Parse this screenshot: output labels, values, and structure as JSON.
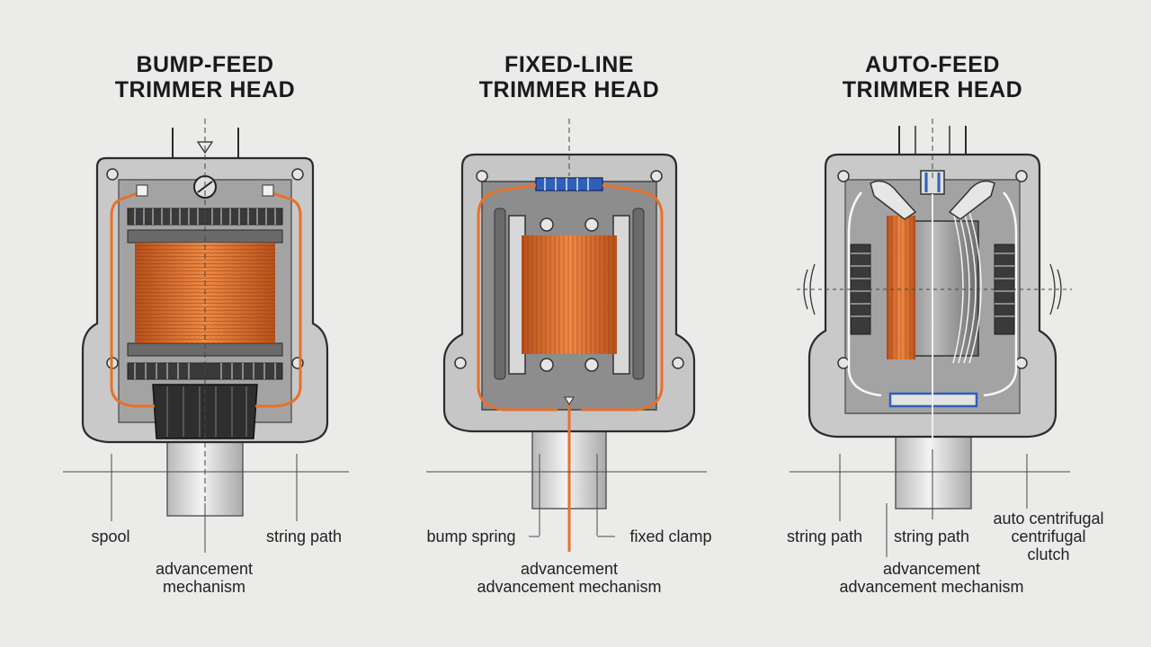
{
  "diagram": {
    "panels": [
      {
        "title_line1": "BUMP-FEED",
        "title_line2": "TRIMMER HEAD",
        "labels": {
          "left": "spool",
          "right": "string path",
          "bottom_line1": "advancement",
          "bottom_line2": "mechanism"
        }
      },
      {
        "title_line1": "FIXED-LINE",
        "title_line2": "TRIMMER HEAD",
        "labels": {
          "left": "bump spring",
          "right": "fixed clamp",
          "bottom_line1": "advancement",
          "bottom_line2": "advancement mechanism"
        }
      },
      {
        "title_line1": "AUTO-FEED",
        "title_line2": "TRIMMER HEAD",
        "labels": {
          "left": "string path",
          "middle": "string path",
          "right_line1": "auto centrifugal",
          "right_line2": "centrifugal",
          "right_line3": "clutch",
          "bottom_line1": "advancement",
          "bottom_line2": "advancement mechanism"
        }
      }
    ],
    "colors": {
      "background": "#ebebea",
      "housing": "#c9c9c9",
      "housing_dark": "#7a7a7a",
      "string": "#e8702a",
      "string_dark": "#b8501a",
      "gear": "#3a3a3a",
      "clamp_blue": "#2f5fb8",
      "shaft": "#d9d9d9"
    }
  }
}
